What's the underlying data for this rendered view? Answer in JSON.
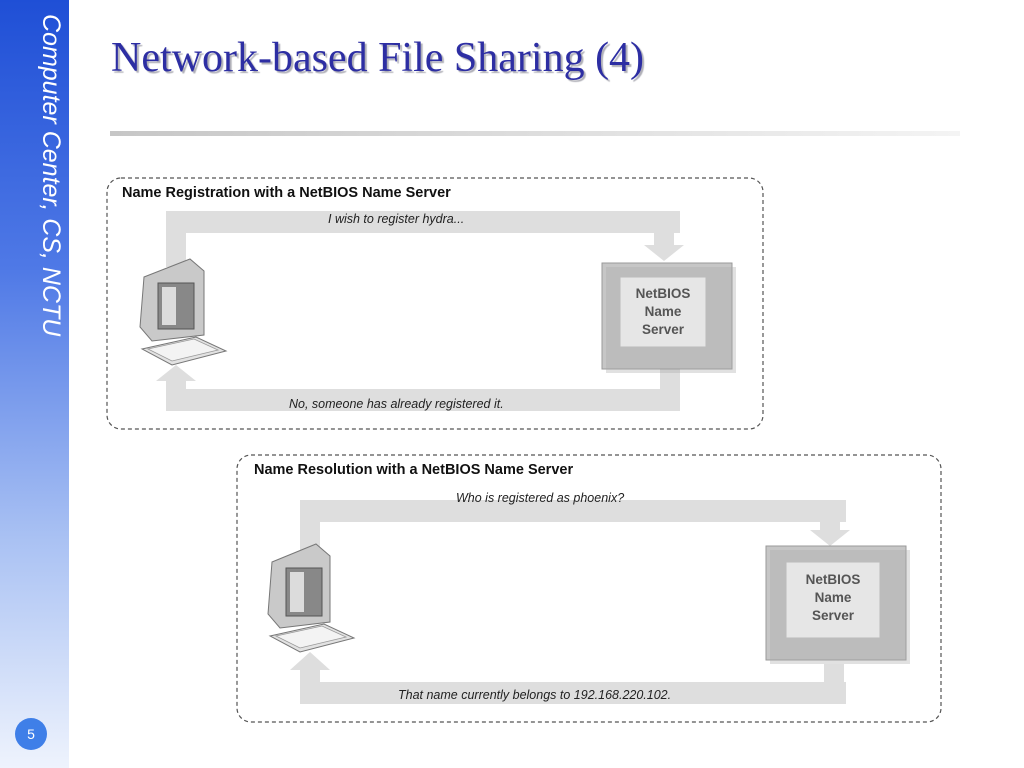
{
  "slide": {
    "title": "Network-based File Sharing (4)",
    "sidebar_text": "Computer Center, CS, NCTU",
    "page_number": "5"
  },
  "diagrams": [
    {
      "heading": "Name Registration with a NetBIOS Name Server",
      "request_text": "I wish to register hydra...",
      "response_text": "No, someone has already registered it.",
      "server_lines": [
        "NetBIOS",
        "Name",
        "Server"
      ]
    },
    {
      "heading": "Name Resolution with a NetBIOS Name Server",
      "request_text": "Who is registered as phoenix?",
      "response_text": "That name currently belongs to 192.168.220.102.",
      "server_lines": [
        "NetBIOS",
        "Name",
        "Server"
      ]
    }
  ],
  "colors": {
    "title": "#2d2ea3",
    "sidebar_top": "#1f4fd6",
    "arrow_band": "#dedede",
    "server_box": "#c6c6c6"
  }
}
